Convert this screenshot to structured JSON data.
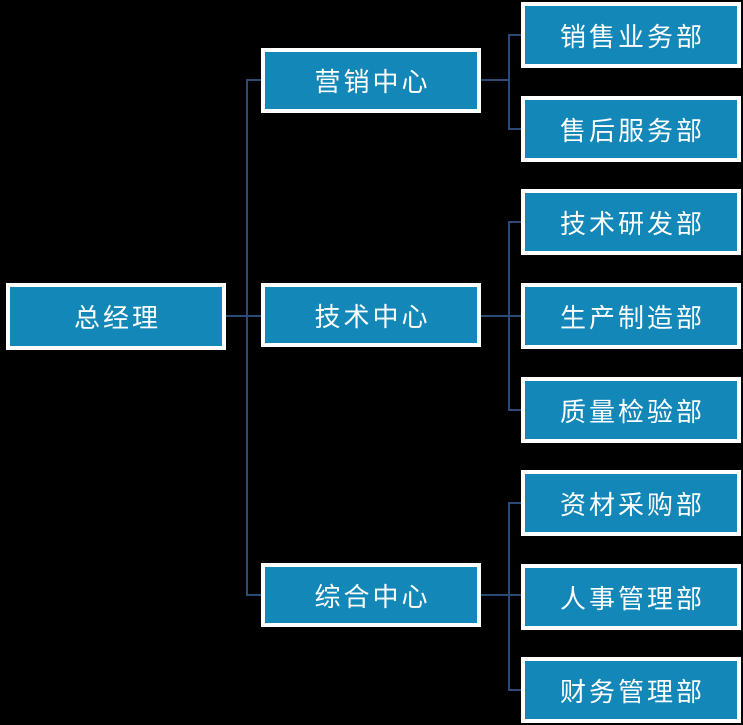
{
  "theme": {
    "background": "#000000",
    "node_fill": "#1287b8",
    "node_border": "#ffffff",
    "connector_color": "#2a4a78",
    "text_color": "#ffffff"
  },
  "org_chart": {
    "root": {
      "label": "总经理"
    },
    "groups": [
      {
        "label": "营销中心",
        "children": [
          {
            "label": "销售业务部"
          },
          {
            "label": "售后服务部"
          }
        ]
      },
      {
        "label": "技术中心",
        "children": [
          {
            "label": "技术研发部"
          },
          {
            "label": "生产制造部"
          },
          {
            "label": "质量检验部"
          }
        ]
      },
      {
        "label": "综合中心",
        "children": [
          {
            "label": "资材采购部"
          },
          {
            "label": "人事管理部"
          },
          {
            "label": "财务管理部"
          }
        ]
      }
    ]
  }
}
